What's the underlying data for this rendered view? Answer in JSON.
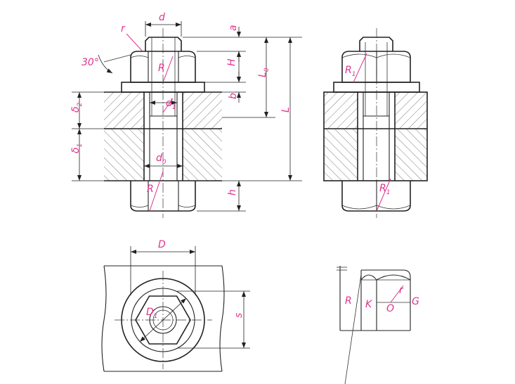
{
  "labels": {
    "d": "d",
    "r": "r",
    "angle": "30°",
    "R": "R",
    "a": "a",
    "H": "H",
    "L0": "L",
    "L0_sub": "0",
    "L": "L",
    "b": "b",
    "d1": "d",
    "d1_sub": "1",
    "delta2": "δ",
    "delta2_sub": "2",
    "delta1": "δ",
    "delta1_sub": "1",
    "d0": "d",
    "d0_sub": "0",
    "R_lower": "R",
    "h": "h",
    "R1": "R",
    "R1_sub": "1",
    "R1_lower": "R",
    "R1_lower_sub": "1",
    "D": "D",
    "D1": "D",
    "D1_sub": "1",
    "s": "s",
    "R_detail": "R",
    "K": "K",
    "O": "O",
    "r_detail": "r",
    "G": "G"
  },
  "colors": {
    "annotation": "#e0338c",
    "line": "#222222"
  }
}
